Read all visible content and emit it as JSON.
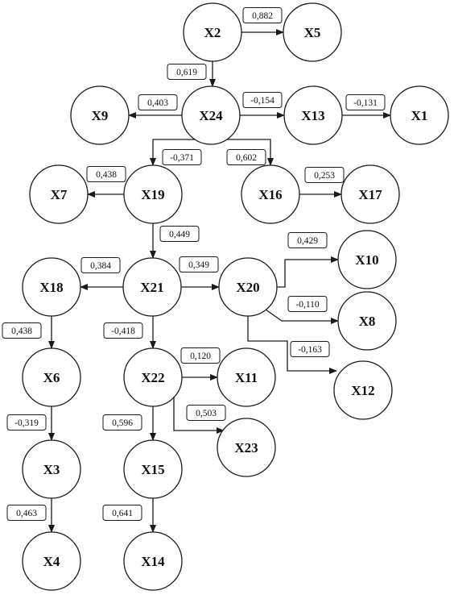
{
  "nodes": {
    "X2": "X2",
    "X5": "X5",
    "X24": "X24",
    "X9": "X9",
    "X13": "X13",
    "X1": "X1",
    "X19": "X19",
    "X16": "X16",
    "X7": "X7",
    "X17": "X17",
    "X21": "X21",
    "X18": "X18",
    "X20": "X20",
    "X10": "X10",
    "X8": "X8",
    "X12": "X12",
    "X6": "X6",
    "X22": "X22",
    "X11": "X11",
    "X23": "X23",
    "X3": "X3",
    "X15": "X15",
    "X4": "X4",
    "X14": "X14"
  },
  "edges": [
    {
      "id": "X2-X5",
      "from": "X2",
      "to": "X5",
      "weight": "0,882"
    },
    {
      "id": "X2-X24",
      "from": "X2",
      "to": "X24",
      "weight": "0,619"
    },
    {
      "id": "X24-X9",
      "from": "X24",
      "to": "X9",
      "weight": "0,403"
    },
    {
      "id": "X24-X13",
      "from": "X24",
      "to": "X13",
      "weight": "-0,154"
    },
    {
      "id": "X13-X1",
      "from": "X13",
      "to": "X1",
      "weight": "-0,131"
    },
    {
      "id": "X24-X19",
      "from": "X24",
      "to": "X19",
      "weight": "-0,371"
    },
    {
      "id": "X24-X16",
      "from": "X24",
      "to": "X16",
      "weight": "0,602"
    },
    {
      "id": "X19-X7",
      "from": "X19",
      "to": "X7",
      "weight": "0,438"
    },
    {
      "id": "X16-X17",
      "from": "X16",
      "to": "X17",
      "weight": "0,253"
    },
    {
      "id": "X19-X21",
      "from": "X19",
      "to": "X21",
      "weight": "0,449"
    },
    {
      "id": "X21-X18",
      "from": "X21",
      "to": "X18",
      "weight": "0,384"
    },
    {
      "id": "X21-X20",
      "from": "X21",
      "to": "X20",
      "weight": "0,349"
    },
    {
      "id": "X20-X10",
      "from": "X20",
      "to": "X10",
      "weight": "0,429"
    },
    {
      "id": "X20-X8",
      "from": "X20",
      "to": "X8",
      "weight": "-0,110"
    },
    {
      "id": "X20-X12",
      "from": "X20",
      "to": "X12",
      "weight": "-0,163"
    },
    {
      "id": "X18-X6",
      "from": "X18",
      "to": "X6",
      "weight": "0,438"
    },
    {
      "id": "X21-X22",
      "from": "X21",
      "to": "X22",
      "weight": "-0,418"
    },
    {
      "id": "X22-X11",
      "from": "X22",
      "to": "X11",
      "weight": "0,120"
    },
    {
      "id": "X22-X23",
      "from": "X22",
      "to": "X23",
      "weight": "0,503"
    },
    {
      "id": "X6-X3",
      "from": "X6",
      "to": "X3",
      "weight": "-0,319"
    },
    {
      "id": "X22-X15",
      "from": "X22",
      "to": "X15",
      "weight": "0,596"
    },
    {
      "id": "X3-X4",
      "from": "X3",
      "to": "X4",
      "weight": "0,463"
    },
    {
      "id": "X15-X14",
      "from": "X15",
      "to": "X14",
      "weight": "0,641"
    }
  ]
}
